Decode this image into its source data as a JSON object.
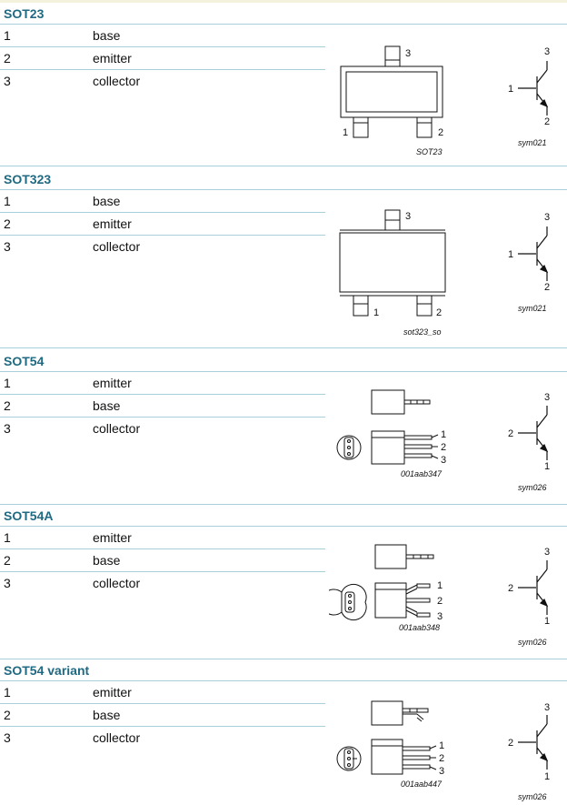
{
  "sections": [
    {
      "title": "SOT23",
      "pins": [
        {
          "num": "1",
          "name": "base"
        },
        {
          "num": "2",
          "name": "emitter"
        },
        {
          "num": "3",
          "name": "collector"
        }
      ],
      "package_caption": "SOT23",
      "package_pins": [
        "1",
        "2",
        "3"
      ],
      "symbol_caption": "sym021",
      "symbol_pins": {
        "left": "1",
        "top": "3",
        "bottom": "2"
      }
    },
    {
      "title": "SOT323",
      "pins": [
        {
          "num": "1",
          "name": "base"
        },
        {
          "num": "2",
          "name": "emitter"
        },
        {
          "num": "3",
          "name": "collector"
        }
      ],
      "package_caption": "sot323_so",
      "package_pins": [
        "1",
        "2",
        "3"
      ],
      "symbol_caption": "sym021",
      "symbol_pins": {
        "left": "1",
        "top": "3",
        "bottom": "2"
      }
    },
    {
      "title": "SOT54",
      "pins": [
        {
          "num": "1",
          "name": "emitter"
        },
        {
          "num": "2",
          "name": "base"
        },
        {
          "num": "3",
          "name": "collector"
        }
      ],
      "package_caption": "001aab347",
      "package_pins": [
        "1",
        "2",
        "3"
      ],
      "symbol_caption": "sym026",
      "symbol_pins": {
        "left": "2",
        "top": "3",
        "bottom": "1"
      }
    },
    {
      "title": "SOT54A",
      "pins": [
        {
          "num": "1",
          "name": "emitter"
        },
        {
          "num": "2",
          "name": "base"
        },
        {
          "num": "3",
          "name": "collector"
        }
      ],
      "package_caption": "001aab348",
      "package_pins": [
        "1",
        "2",
        "3"
      ],
      "symbol_caption": "sym026",
      "symbol_pins": {
        "left": "2",
        "top": "3",
        "bottom": "1"
      }
    },
    {
      "title": "SOT54 variant",
      "pins": [
        {
          "num": "1",
          "name": "emitter"
        },
        {
          "num": "2",
          "name": "base"
        },
        {
          "num": "3",
          "name": "collector"
        }
      ],
      "package_caption": "001aab447",
      "package_pins": [
        "1",
        "2",
        "3"
      ],
      "symbol_caption": "sym026",
      "symbol_pins": {
        "left": "2",
        "top": "3",
        "bottom": "1"
      }
    }
  ]
}
